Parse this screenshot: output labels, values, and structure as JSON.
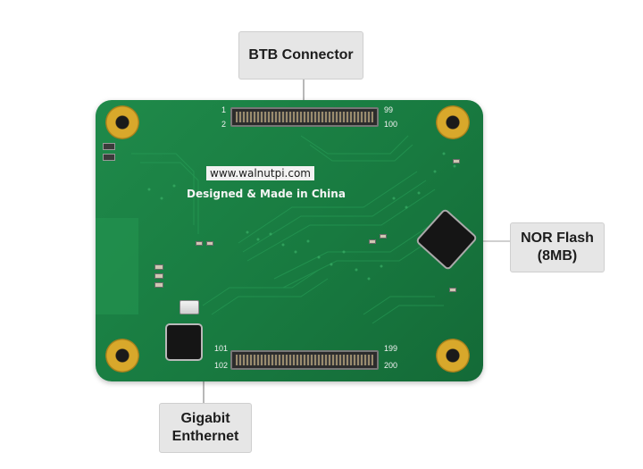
{
  "board": {
    "silkscreen_url": "www.walnutpi.com",
    "silkscreen_tagline": "Designed & Made in China",
    "top_connector": {
      "pin_top_left": "1",
      "pin_bottom_left": "2",
      "pin_top_right": "99",
      "pin_bottom_right": "100"
    },
    "bottom_connector": {
      "pin_top_left": "101",
      "pin_bottom_left": "102",
      "pin_top_right": "199",
      "pin_bottom_right": "200"
    },
    "colors": {
      "pcb": "#1f8a4a",
      "pad_gold": "#d8a82b",
      "chip": "#151515"
    }
  },
  "callouts": {
    "btb": {
      "label": "BTB Connector"
    },
    "nor_flash": {
      "line1": "NOR Flash",
      "line2": "(8MB)"
    },
    "ethernet": {
      "line1": "Gigabit",
      "line2": "Enthernet"
    }
  }
}
